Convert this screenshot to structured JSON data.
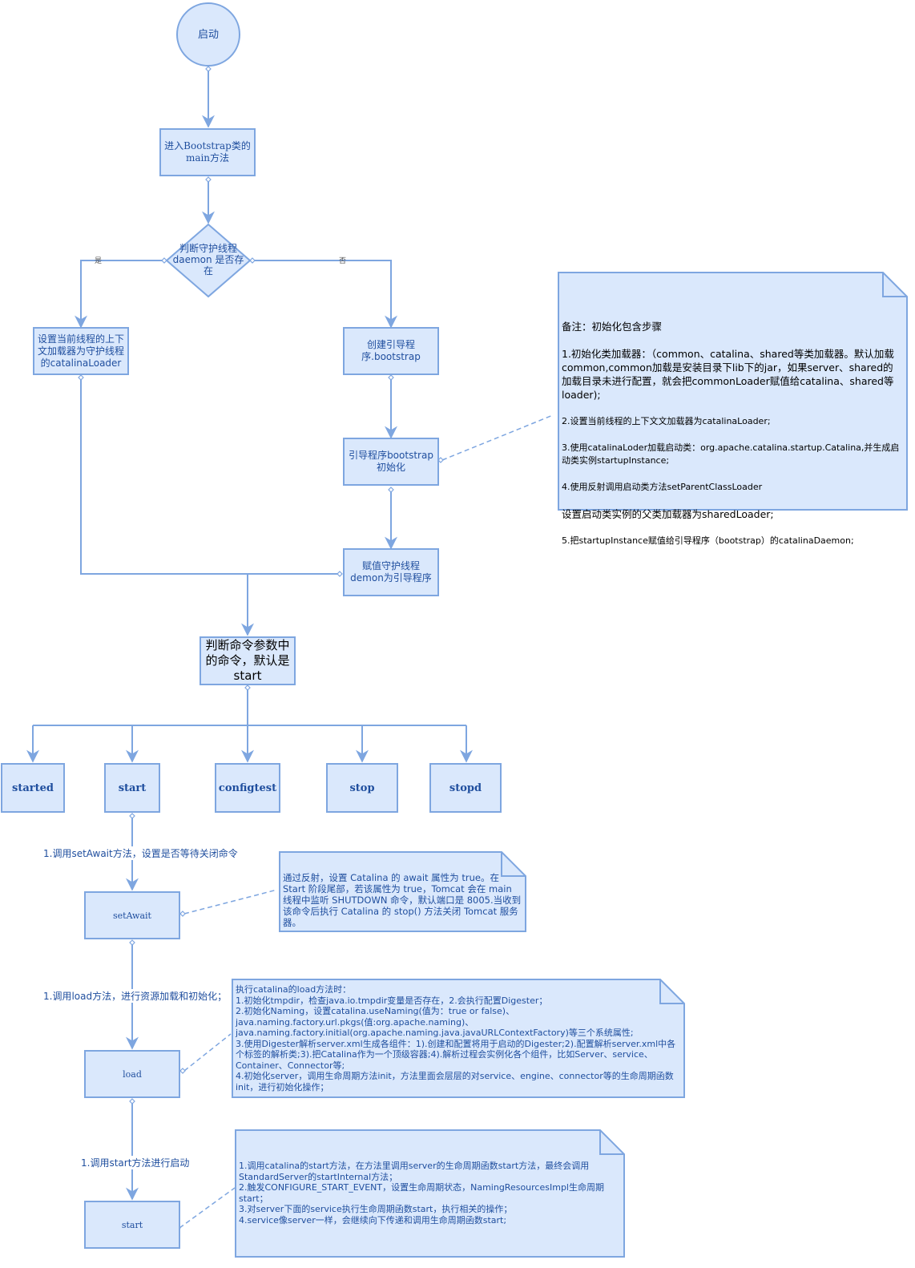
{
  "nodes": {
    "start_event": "启动",
    "enter_main": "进入Bootstrap类的main方法",
    "judge_daemon": "判断守护线程 daemon 是否存在",
    "set_loader": "设置当前线程的上下文加载器为守护线程的catalinaLoader",
    "create_bootstrap": "创建引导程序.bootstrap",
    "init_bootstrap": "引导程序bootstrap初始化",
    "assign_daemon": "赋值守护线程demon为引导程序",
    "judge_cmd": "判断命令参数中的命令，默认是start",
    "cmd_started": "started",
    "cmd_start": "start",
    "cmd_configtest": "configtest",
    "cmd_stop": "stop",
    "cmd_stopd": "stopd",
    "set_await": "setAwait",
    "load": "load",
    "start_final": "start"
  },
  "edge_labels": {
    "yes": "是",
    "no": "否",
    "call_set_await": "1.调用setAwait方法，设置是否等待关闭命令",
    "call_load": "1.调用load方法，进行资源加载和初始化；",
    "call_start": "1.调用start方法进行启动"
  },
  "notes": {
    "init_note": {
      "title": "备注：初始化包含步骤",
      "line1": "1.初始化类加载器：（common、catalina、shared等类加载器。默认加载common,common加载是安装目录下lib下的jar，如果server、shared的加载目录未进行配置，就会把commonLoader赋值给catalina、shared等loader);",
      "line2": "2.设置当前线程的上下文文加载器为catalinaLoader;",
      "line3": "3.使用catalinaLoder加载启动类：org.apache.catalina.startup.Catalina,并生成启动类实例startupInstance;",
      "line4": "4.使用反射调用启动类方法setParentClassLoader",
      "line5": "设置启动类实例的父类加载器为sharedLoader;",
      "line6": "5.把startupInstance赋值给引导程序（bootstrap）的catalinaDaemon;"
    },
    "await_note": "通过反射，设置 Catalina 的 await 属性为 true。在 Start 阶段尾部，若该属性为 true，Tomcat 会在 main 线程中监听 SHUTDOWN 命令，默认端口是 8005.当收到该命令后执行 Catalina 的 stop() 方法关闭 Tomcat 服务器。",
    "load_note": "执行catalina的load方法时：\n1.初始化tmpdir，检查java.io.tmpdir变量是否存在，2.会执行配置Digester；\n2.初始化Naming，设置catalina.useNaming(值为：true or false)、java.naming.factory.url.pkgs(值:org.apache.naming)、java.naming.factory.initial(org.apache.naming.java.javaURLContextFactory)等三个系统属性;\n3.使用Digester解析server.xml生成各组件：1).创建和配置将用于启动的Digester;2).配置解析server.xml中各个标签的解析类;3).把Catalina作为一个顶级容器;4).解析过程会实例化各个组件，比如Server、service、Container、Connector等;\n4.初始化server，调用生命周期方法init，方法里面会层层的对service、engine、connector等的生命周期函数init，进行初始化操作；",
    "start_note": "1.调用catalina的start方法，在方法里调用server的生命周期函数start方法，最终会调用StandardServer的startInternal方法；\n2.触发CONFIGURE_START_EVENT，设置生命周期状态，NamingResourcesImpl生命周期start；\n3.对server下面的service执行生命周期函数start，执行相关的操作；\n4.service像server一样，会继续向下传递和调用生命周期函数start;"
  },
  "colors": {
    "fill": "#dae8fc",
    "stroke": "#7ea6e0",
    "text": "#1f4e9e"
  }
}
